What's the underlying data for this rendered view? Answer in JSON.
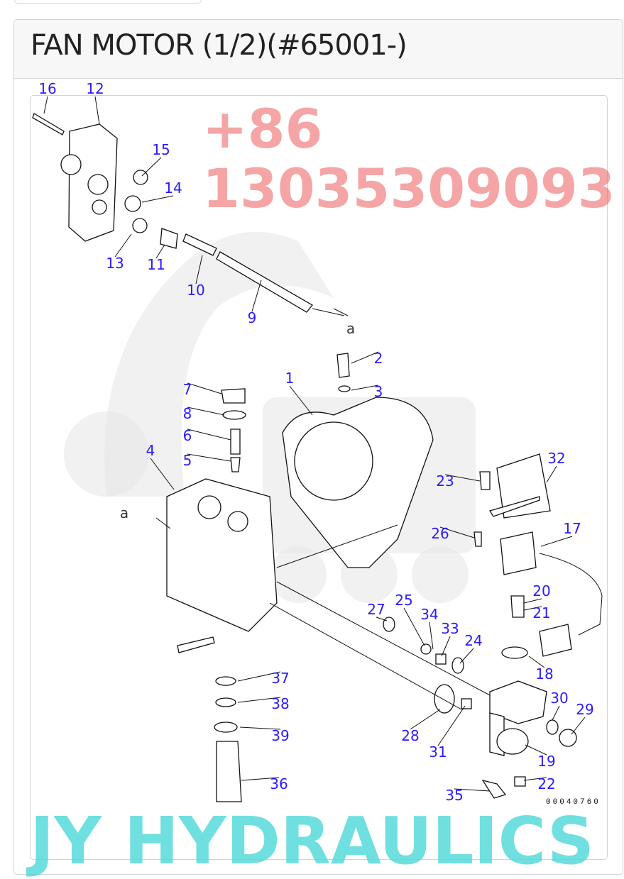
{
  "header": {
    "title": "FAN MOTOR (1/2)(#65001-)"
  },
  "diagram": {
    "callouts": [
      "16",
      "12",
      "15",
      "14",
      "13",
      "11",
      "10",
      "9",
      "a",
      "2",
      "3",
      "1",
      "7",
      "8",
      "6",
      "5",
      "4",
      "a",
      "23",
      "32",
      "26",
      "17",
      "20",
      "21",
      "27",
      "25",
      "34",
      "33",
      "24",
      "18",
      "30",
      "29",
      "37",
      "38",
      "39",
      "28",
      "31",
      "19",
      "36",
      "22",
      "35"
    ],
    "drawing_code": "00040760",
    "watermark_phone": "+86 13035309093",
    "watermark_brand": "JY HYDRAULICS",
    "callout_color": "#2a1aff"
  }
}
